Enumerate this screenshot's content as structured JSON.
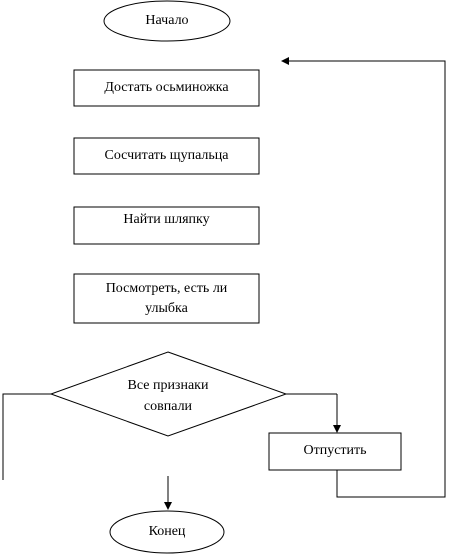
{
  "flowchart": {
    "start": "Начало",
    "steps": [
      {
        "lines": [
          "Достать осьминожка"
        ]
      },
      {
        "lines": [
          "Сосчитать щупальца"
        ]
      },
      {
        "lines": [
          "Найти шляпку"
        ]
      },
      {
        "lines": [
          "Посмотреть, есть ли",
          "улыбка"
        ]
      }
    ],
    "decision": {
      "lines": [
        "Все признаки",
        "совпали"
      ]
    },
    "action": "Отпустить",
    "end": "Конец"
  }
}
